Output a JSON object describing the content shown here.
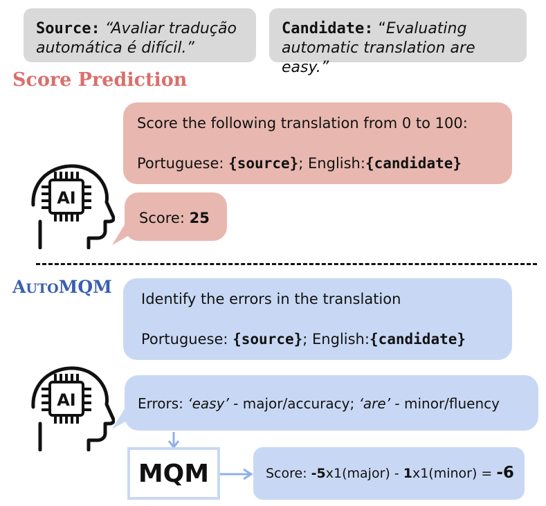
{
  "source": {
    "label": "Source:",
    "text": "“Avaliar tradução automática é difícil.”",
    "line1": "“Avaliar tradução",
    "line2": "automática é difícil.”"
  },
  "candidate": {
    "label": "Candidate:",
    "line1_open": "“",
    "line1_text": "Evaluating",
    "line2": "automatic translation are easy.”"
  },
  "score_prediction": {
    "title": "Score Prediction",
    "prompt_line1": "Score the following translation from 0 to 100:",
    "prompt_line2_a": "Portuguese: ",
    "prompt_line2_b": "{source}",
    "prompt_line2_c": "; English:",
    "prompt_line2_d": "{candidate}",
    "response_label": "Score: ",
    "response_value": "25"
  },
  "automqm": {
    "title_a": "A",
    "title_b": "UTO",
    "title_c": "MQM",
    "prompt_line1": "Identify the errors in the translation",
    "prompt_line2_a": "Portuguese: ",
    "prompt_line2_b": "{source}",
    "prompt_line2_c": "; English:",
    "prompt_line2_d": "{candidate}",
    "errors_label": "Errors: ",
    "err1_word": "‘easy’",
    "err1_desc": " - major/accuracy; ",
    "err2_word": "‘are’",
    "err2_desc": " - minor/fluency",
    "mqm_box": "MQM",
    "score_label": "Score: ",
    "score_a": "-5",
    "score_b": "x1(major) - ",
    "score_c": "1",
    "score_d": "x1(minor) = ",
    "score_e": "-6"
  },
  "icons": [
    "ai-head-icon"
  ],
  "colors": {
    "red_title": "#d9706b",
    "blue_title": "#3a5fae",
    "red_bubble": "#e8b8b0",
    "blue_bubble": "#c8d8f4",
    "grey_box": "#d9d9d9"
  }
}
